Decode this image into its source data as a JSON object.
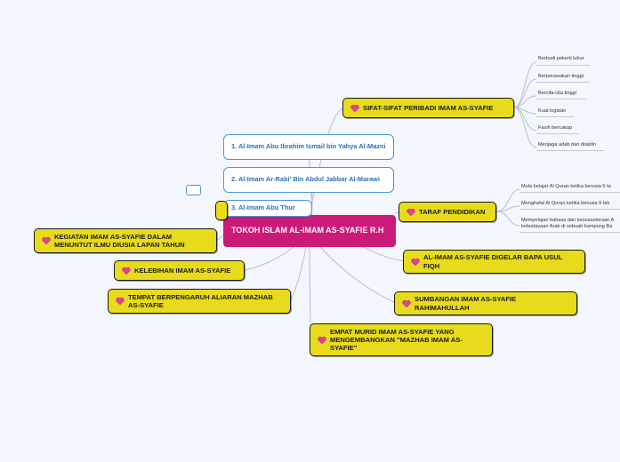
{
  "root": {
    "title": "TOKOH ISLAM AL-IMAM AS-SYAFIE R.H"
  },
  "branches": {
    "sifat": "SIFAT-SIFAT PERIBADI IMAM AS-SYAFIE",
    "taraf": "TARAF PENDIDIKAN",
    "gelar": "AL-IMAM AS-SYAFIE DIGELAR BAPA USUL FIQH",
    "sumbangan": "SUMBANGAN IMAM AS-SYAFIE RAHIMAHULLAH",
    "empat": "EMPAT MURID IMAM AS-SYAFIE YANG MENGEMBANGKAN \"MAZHAB IMAM AS-SYAFIE\"",
    "tempat": "TEMPAT BERPENGARUH ALIARAN MAZHAB AS-SYAFIE",
    "kelebihan": "KELEBIHAN IMAM AS-SYAFIE",
    "kegiatan": "KEGIATAN IMAM AS-SYAFIE DALAM MENUNTUT ILMU DIUSIA LAPAN TAHUN"
  },
  "students": [
    "1. Al-Imam Abu Ibrahim Ismail bin Yahya Al-Mazni",
    "2. Al-Imam Ar-Rabi' Bin Abdul Jabbar Al-Marawi",
    "3. Al-Imam Abu Thur"
  ],
  "sifat_leaves": [
    "Berbudi pekerti luhur",
    "Berperawakan tinggi",
    "Bercita-cita tinggi",
    "Kuat ingatan",
    "Fasih bercakap",
    "Menjaga adab dan disiplin"
  ],
  "taraf_leaves": [
    "Mula belajar Al Quran ketika berusia 5 ta",
    "Menghafal Al Quran ketika berusia 9 tah",
    "Mempelajari bahasa dan kesusasteraan A",
    "kebudayaan Arab di sebuah kampung Ba"
  ],
  "colors": {
    "background": "#f4f6fd",
    "root": "#cc1a79",
    "node": "#e8db1c",
    "heart": "#e0409a",
    "sub_border": "#4f94d6",
    "sub_text": "#2d6fb8",
    "link": "#b9bfcc"
  },
  "icons": {
    "heart": "heart-icon"
  }
}
